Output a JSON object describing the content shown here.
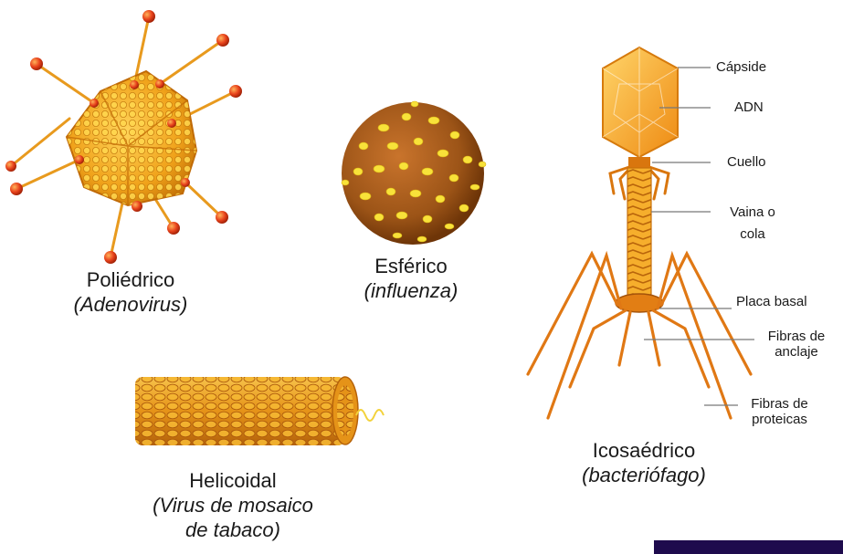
{
  "viruses": {
    "polyhedral": {
      "name": "Poliédrico",
      "example": "(Adenovirus)"
    },
    "spherical": {
      "name": "Esférico",
      "example": "(influenza)"
    },
    "helical": {
      "name": "Helicoidal",
      "example_line1": "(Virus de mosaico",
      "example_line2": "de tabaco)"
    },
    "icosahedral": {
      "name": "Icosaédrico",
      "example": "(bacteriófago)"
    }
  },
  "phage_labels": {
    "capsid": "Cápside",
    "dna": "ADN",
    "neck": "Cuello",
    "sheath_line1": "Vaina o",
    "sheath_line2": "cola",
    "base_plate": "Placa basal",
    "anchor_fibers_line1": "Fibras de",
    "anchor_fibers_line2": "anclaje",
    "protein_fibers_line1": "Fibras de",
    "protein_fibers_line2": "proteicas"
  },
  "colors": {
    "gold": "#f2a516",
    "orange": "#e0781a",
    "brown": "#8a4a12",
    "yellow": "#f8e23a",
    "red_ball": "#e8421c",
    "bottom_bar": "#1e0b4d"
  }
}
